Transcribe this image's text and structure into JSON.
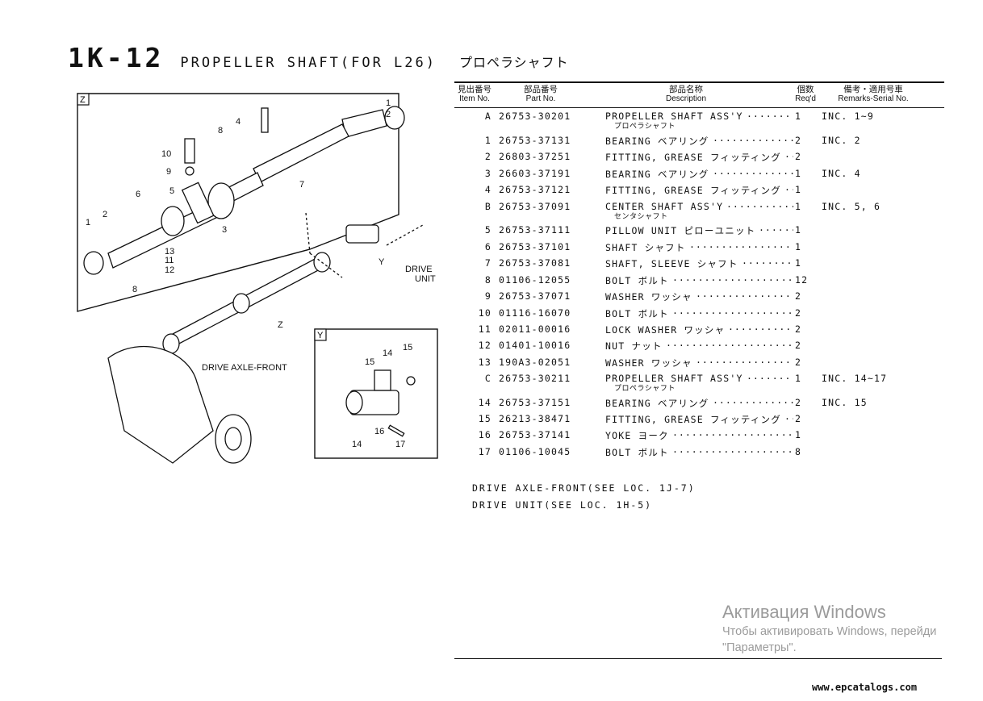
{
  "title": {
    "code": "1K-12",
    "name": "PROPELLER SHAFT(FOR L26)",
    "name_jp": "プロペラシャフト"
  },
  "table": {
    "headers": {
      "item_jp": "見出番号",
      "item_en": "Item No.",
      "part_jp": "部品番号",
      "part_en": "Part No.",
      "desc_jp": "部品名称",
      "desc_en": "Description",
      "qty_jp": "個数",
      "qty_en": "Req'd",
      "rem_jp": "備考・適用号車",
      "rem_en": "Remarks-Serial No."
    },
    "rows": [
      {
        "item": "A",
        "part": "26753-30201",
        "desc": "PROPELLER SHAFT ASS'Y",
        "jp": "プロペラシャフト",
        "qty": "1",
        "remark": "INC. 1~9"
      },
      {
        "item": "1",
        "part": "26753-37131",
        "desc": "BEARING ベアリング",
        "jp": "",
        "qty": "2",
        "remark": "INC. 2"
      },
      {
        "item": "2",
        "part": "26803-37251",
        "desc": "FITTING, GREASE フィッティング",
        "jp": "",
        "qty": "2",
        "remark": ""
      },
      {
        "item": "3",
        "part": "26603-37191",
        "desc": "BEARING ベアリング",
        "jp": "",
        "qty": "1",
        "remark": "INC. 4"
      },
      {
        "item": "4",
        "part": "26753-37121",
        "desc": "FITTING, GREASE フィッティング",
        "jp": "",
        "qty": "1",
        "remark": ""
      },
      {
        "item": "B",
        "part": "26753-37091",
        "desc": "CENTER SHAFT ASS'Y",
        "jp": "センタシャフト",
        "qty": "1",
        "remark": "INC. 5, 6"
      },
      {
        "item": "5",
        "part": "26753-37111",
        "desc": "PILLOW UNIT ピローユニット",
        "jp": "",
        "qty": "1",
        "remark": ""
      },
      {
        "item": "6",
        "part": "26753-37101",
        "desc": "SHAFT シャフト",
        "jp": "",
        "qty": "1",
        "remark": ""
      },
      {
        "item": "7",
        "part": "26753-37081",
        "desc": "SHAFT, SLEEVE シャフト",
        "jp": "",
        "qty": "1",
        "remark": ""
      },
      {
        "item": "8",
        "part": "01106-12055",
        "desc": "BOLT ボルト",
        "jp": "",
        "qty": "12",
        "remark": ""
      },
      {
        "item": "9",
        "part": "26753-37071",
        "desc": "WASHER ワッシャ",
        "jp": "",
        "qty": "2",
        "remark": ""
      },
      {
        "item": "10",
        "part": "01116-16070",
        "desc": "BOLT ボルト",
        "jp": "",
        "qty": "2",
        "remark": ""
      },
      {
        "item": "11",
        "part": "02011-00016",
        "desc": "LOCK WASHER ワッシャ",
        "jp": "",
        "qty": "2",
        "remark": ""
      },
      {
        "item": "12",
        "part": "01401-10016",
        "desc": "NUT ナット",
        "jp": "",
        "qty": "2",
        "remark": ""
      },
      {
        "item": "13",
        "part": "190A3-02051",
        "desc": "WASHER ワッシャ",
        "jp": "",
        "qty": "2",
        "remark": ""
      },
      {
        "item": "C",
        "part": "26753-30211",
        "desc": "PROPELLER SHAFT ASS'Y",
        "jp": "プロペラシャフト",
        "qty": "1",
        "remark": "INC. 14~17"
      },
      {
        "item": "14",
        "part": "26753-37151",
        "desc": "BEARING ベアリング",
        "jp": "",
        "qty": "2",
        "remark": "INC. 15"
      },
      {
        "item": "15",
        "part": "26213-38471",
        "desc": "FITTING, GREASE フィッティング",
        "jp": "",
        "qty": "2",
        "remark": ""
      },
      {
        "item": "16",
        "part": "26753-37141",
        "desc": "YOKE ヨーク",
        "jp": "",
        "qty": "1",
        "remark": ""
      },
      {
        "item": "17",
        "part": "01106-10045",
        "desc": "BOLT ボルト",
        "jp": "",
        "qty": "8",
        "remark": ""
      }
    ]
  },
  "notes": [
    "DRIVE AXLE-FRONT(SEE LOC. 1J-7)",
    "DRIVE UNIT(SEE LOC. 1H-5)"
  ],
  "diagram": {
    "box_z": "Z",
    "box_y": "Y",
    "label_drive_unit_1": "DRIVE",
    "label_drive_unit_2": "UNIT",
    "label_drive_axle": "DRIVE AXLE-FRONT",
    "arrow_y": "Y",
    "arrow_z": "Z",
    "callouts_z": [
      "1",
      "2",
      "8",
      "4",
      "10",
      "9",
      "5",
      "6",
      "3",
      "7",
      "1",
      "2",
      "13",
      "11",
      "12",
      "8"
    ],
    "callouts_y": [
      "14",
      "15",
      "15",
      "14",
      "16",
      "17"
    ]
  },
  "watermark": {
    "title": "Активация Windows",
    "line1": "Чтобы активировать Windows, перейди",
    "line2": "\"Параметры\"."
  },
  "footer_url": "www.epcatalogs.com"
}
